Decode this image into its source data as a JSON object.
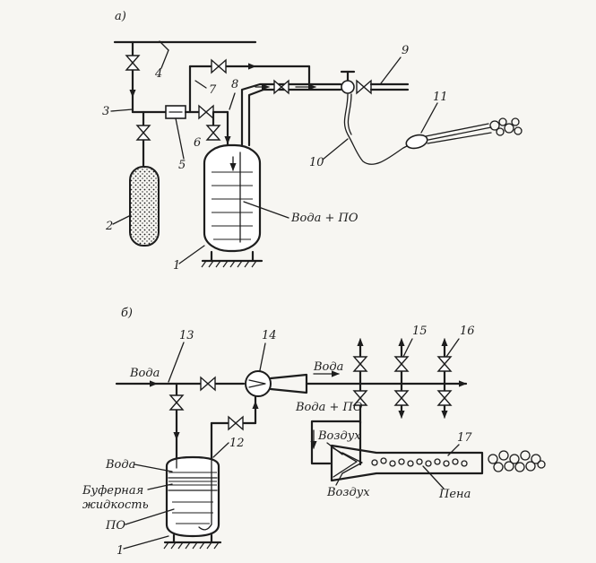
{
  "part_labels": {
    "a": "а)",
    "b": "б)"
  },
  "numbers": {
    "n1a": "1",
    "n2": "2",
    "n3": "3",
    "n4": "4",
    "n5": "5",
    "n6": "6",
    "n7": "7",
    "n8": "8",
    "n9": "9",
    "n10": "10",
    "n11": "11",
    "n1b": "1",
    "n12": "12",
    "n13": "13",
    "n14": "14",
    "n15": "15",
    "n16": "16",
    "n17": "17"
  },
  "texts": {
    "water_po_a": "Вода + ПО",
    "water_left": "Вода",
    "water_right": "Вода",
    "water_po_b": "Вода + ПО",
    "air_top": "Воздух",
    "air_bottom": "Воздух",
    "foam": "Пена",
    "water_tank": "Вода",
    "buffer_1": "Буферная",
    "buffer_2": "жидкость",
    "po": "ПО"
  }
}
